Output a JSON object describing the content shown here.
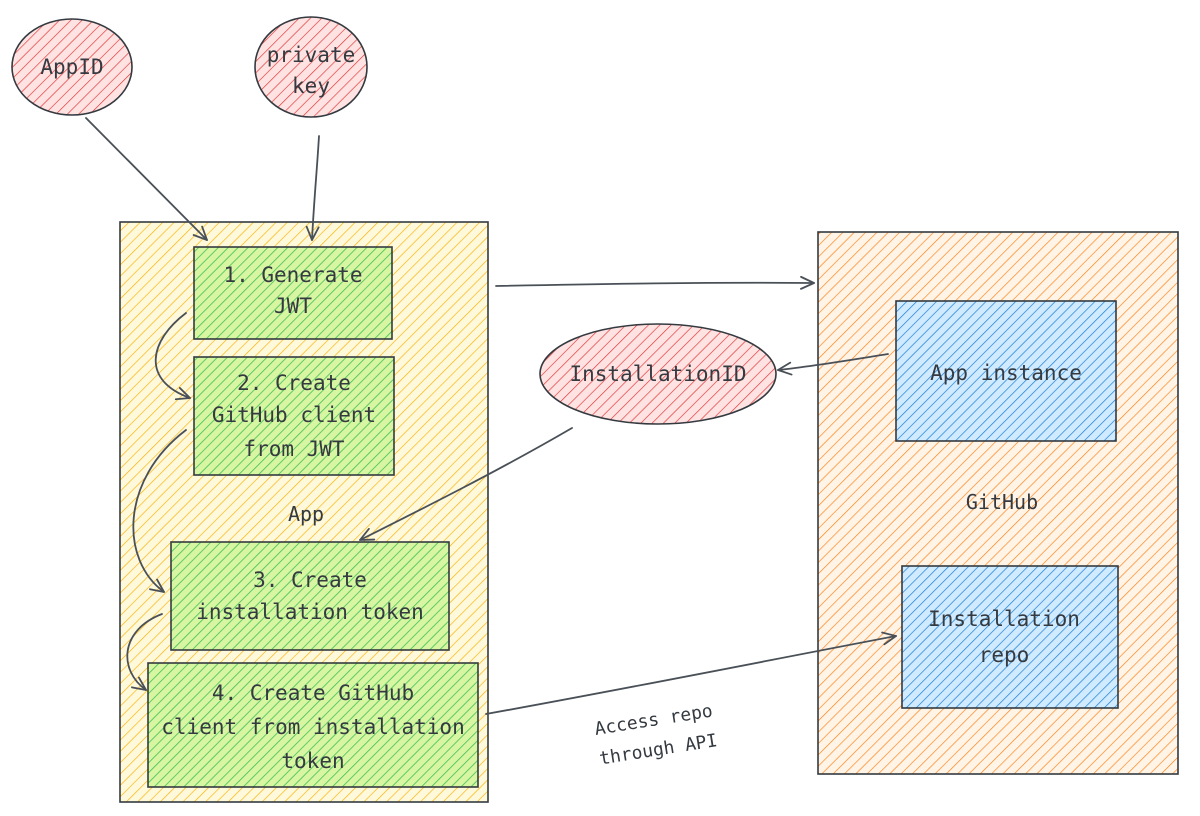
{
  "nodes": {
    "app_id": "AppID",
    "private_key": [
      "private",
      "key"
    ],
    "installation_id": "InstallationID"
  },
  "app": {
    "label": "App",
    "steps": {
      "generate_jwt": [
        "1. Generate",
        "JWT"
      ],
      "client_from_jwt": [
        "2. Create",
        "GitHub client",
        "from JWT"
      ],
      "installation_token": [
        "3. Create",
        "installation token"
      ],
      "client_from_token": [
        "4. Create GitHub",
        "client from installation",
        "token"
      ]
    }
  },
  "github": {
    "label": "GitHub",
    "app_instance": "App instance",
    "installation_repo": [
      "Installation",
      "repo"
    ]
  },
  "edges": {
    "access_repo_label": [
      "Access repo",
      "through API"
    ]
  },
  "colors": {
    "red_hatch": "#e03131",
    "red_fill": "#ffc9c9",
    "yellow_hatch": "#fab005",
    "yellow_fill": "#fff3bf",
    "green_hatch": "#40c057",
    "green_fill": "#d8f5a2",
    "orange_hatch": "#fd7e14",
    "orange_fill": "#ffe8cc",
    "blue_hatch": "#1c7ed6",
    "blue_fill": "#d0ebff",
    "stroke": "#343a40"
  },
  "icons": [
    "arrow-icon"
  ]
}
